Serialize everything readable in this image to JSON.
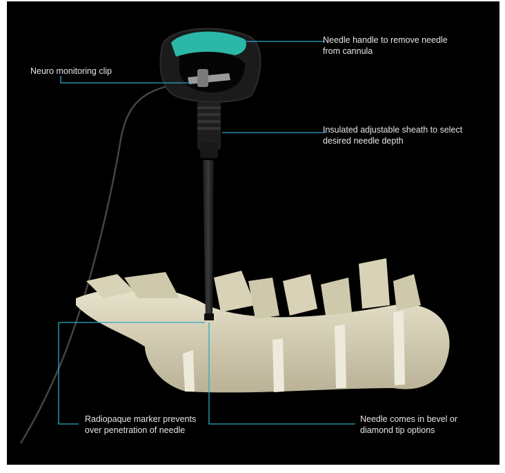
{
  "callouts": {
    "handle": "Needle handle to remove needle\nfrom cannula",
    "clip": "Neuro monitoring clip",
    "sheath": "Insulated adjustable sheath to select\ndesired needle depth",
    "marker": "Radiopaque marker prevents\nover penetration of needle",
    "tip": "Needle comes in bevel or\ndiamond tip options"
  },
  "colors": {
    "background": "#000000",
    "leader_line": "#2aa8c9",
    "handle_accent": "#2bb8a8",
    "bone": "#d8d2b6",
    "label_text": "#e6e6e6"
  }
}
